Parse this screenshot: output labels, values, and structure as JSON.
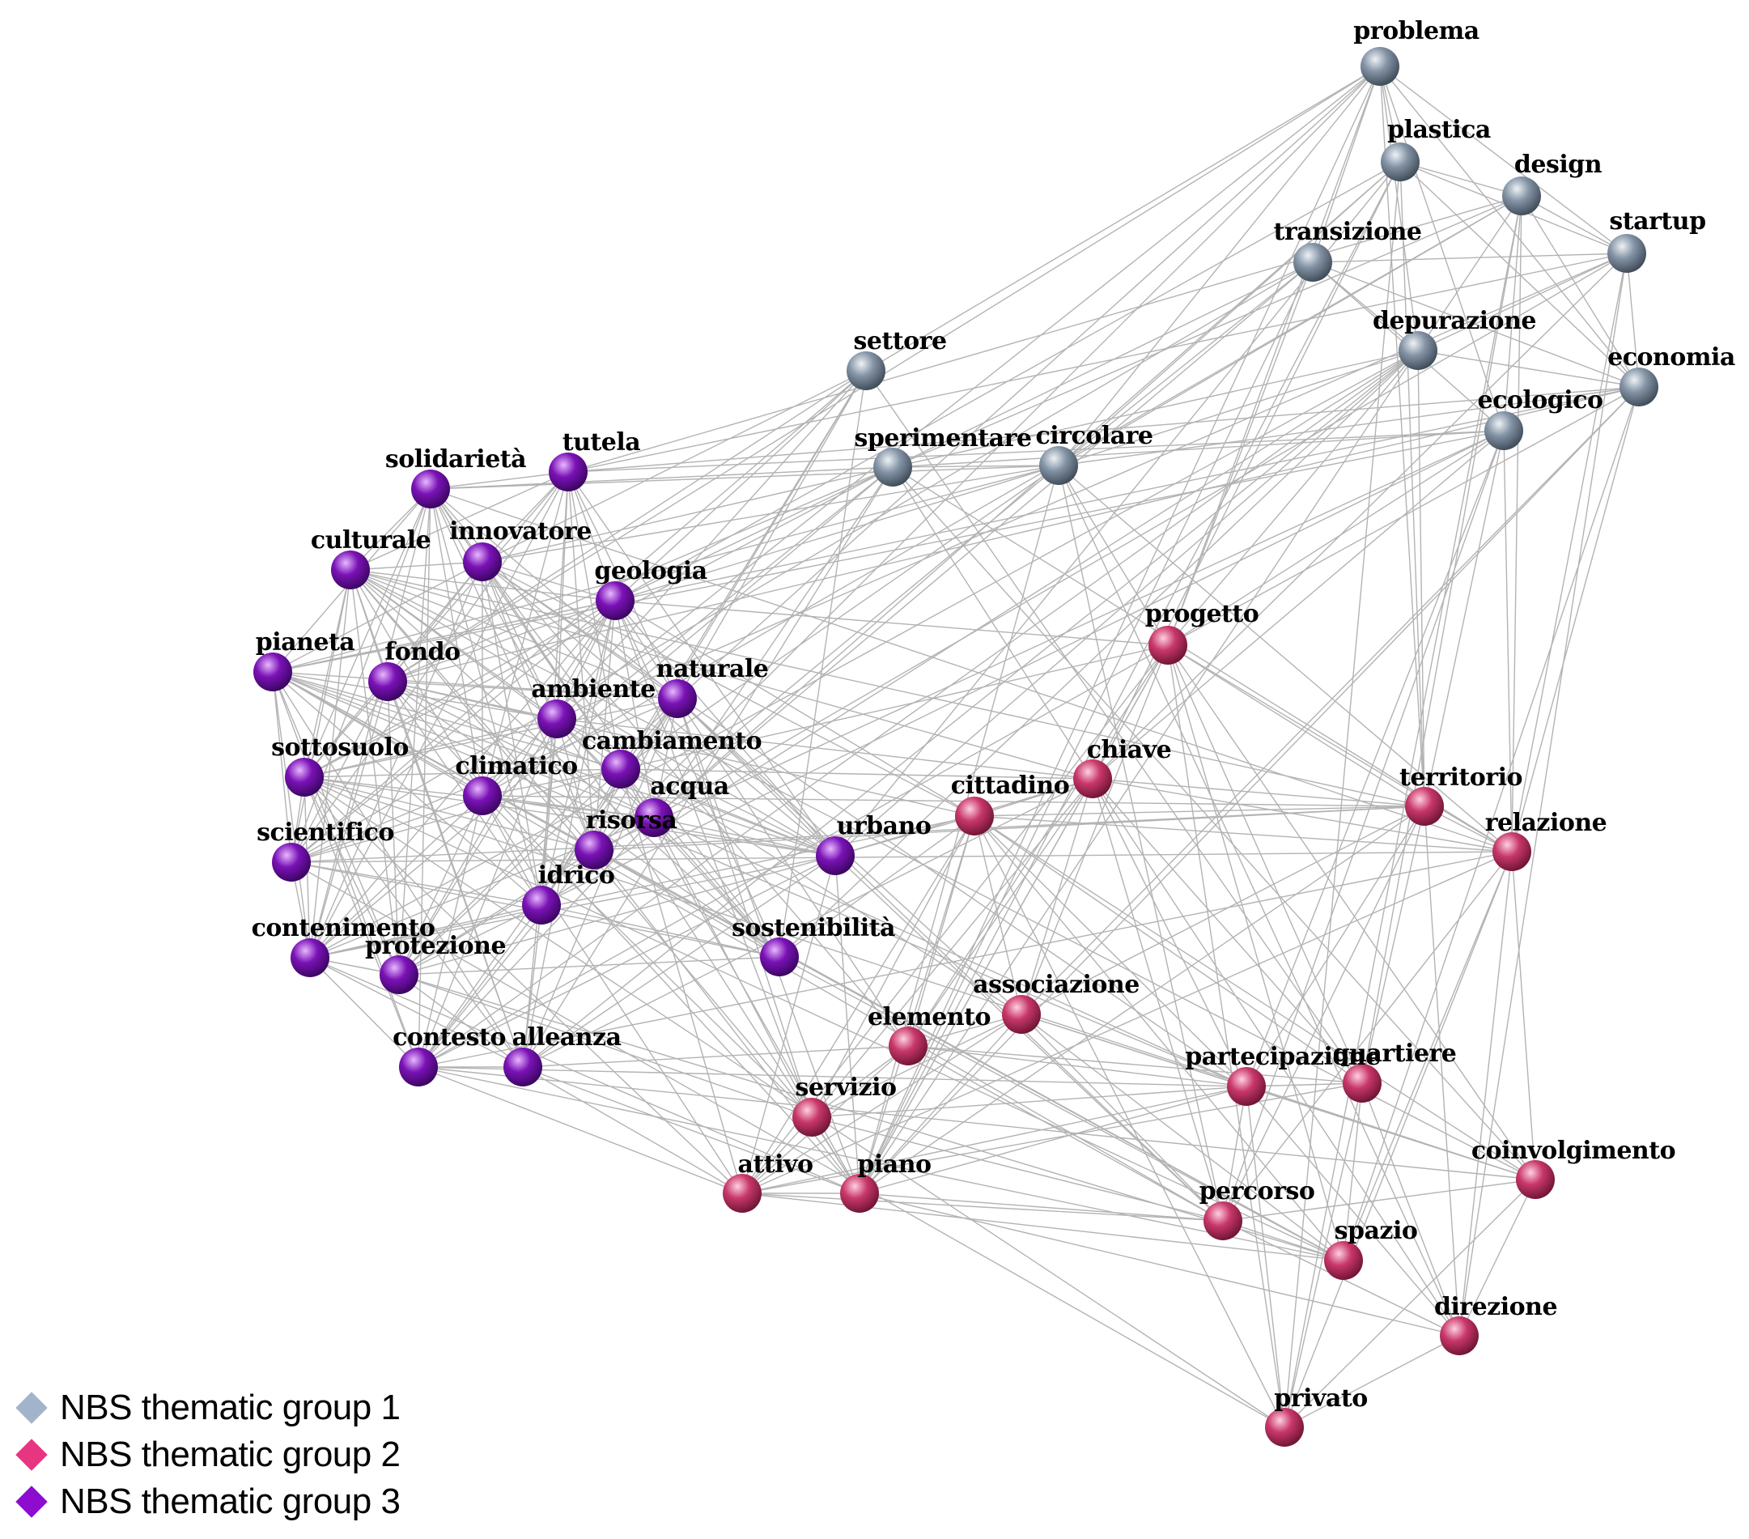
{
  "legend": [
    {
      "group": 1,
      "label": "NBS thematic group 1",
      "color": "#a3b4ca"
    },
    {
      "group": 2,
      "label": "NBS thematic group 2",
      "color": "#e8357f"
    },
    {
      "group": 3,
      "label": "NBS thematic group 3",
      "color": "#8d0ccf"
    }
  ],
  "group_colors": {
    "1": {
      "light": "#eef2f6",
      "mid": "#8494a6",
      "dark": "#3f4b58"
    },
    "2": {
      "light": "#ffd0e0",
      "mid": "#c8376a",
      "dark": "#6e1435"
    },
    "3": {
      "light": "#e8b8ff",
      "mid": "#7a12b6",
      "dark": "#3a0560"
    }
  },
  "nodes": [
    {
      "id": "problema",
      "group": 1
    },
    {
      "id": "plastica",
      "group": 1
    },
    {
      "id": "design",
      "group": 1
    },
    {
      "id": "startup",
      "group": 1
    },
    {
      "id": "transizione",
      "group": 1
    },
    {
      "id": "depurazione",
      "group": 1
    },
    {
      "id": "economia",
      "group": 1
    },
    {
      "id": "ecologico",
      "group": 1
    },
    {
      "id": "settore",
      "group": 1
    },
    {
      "id": "sperimentare",
      "group": 1
    },
    {
      "id": "circolare",
      "group": 1
    },
    {
      "id": "progetto",
      "group": 2
    },
    {
      "id": "chiave",
      "group": 2
    },
    {
      "id": "cittadino",
      "group": 2
    },
    {
      "id": "territorio",
      "group": 2
    },
    {
      "id": "relazione",
      "group": 2
    },
    {
      "id": "associazione",
      "group": 2
    },
    {
      "id": "elemento",
      "group": 2
    },
    {
      "id": "partecipazione",
      "group": 2
    },
    {
      "id": "quartiere",
      "group": 2
    },
    {
      "id": "servizio",
      "group": 2
    },
    {
      "id": "attivo",
      "group": 2
    },
    {
      "id": "piano",
      "group": 2
    },
    {
      "id": "coinvolgimento",
      "group": 2
    },
    {
      "id": "percorso",
      "group": 2
    },
    {
      "id": "spazio",
      "group": 2
    },
    {
      "id": "direzione",
      "group": 2
    },
    {
      "id": "privato",
      "group": 2
    },
    {
      "id": "solidarietà",
      "group": 3
    },
    {
      "id": "tutela",
      "group": 3
    },
    {
      "id": "culturale",
      "group": 3
    },
    {
      "id": "innovatore",
      "group": 3
    },
    {
      "id": "geologia",
      "group": 3
    },
    {
      "id": "pianeta",
      "group": 3
    },
    {
      "id": "fondo",
      "group": 3
    },
    {
      "id": "naturale",
      "group": 3
    },
    {
      "id": "ambiente",
      "group": 3
    },
    {
      "id": "cambiamento",
      "group": 3
    },
    {
      "id": "sottosuolo",
      "group": 3
    },
    {
      "id": "climatico",
      "group": 3
    },
    {
      "id": "acqua",
      "group": 3
    },
    {
      "id": "risorsa",
      "group": 3
    },
    {
      "id": "urbano",
      "group": 3
    },
    {
      "id": "scientifico",
      "group": 3
    },
    {
      "id": "idrico",
      "group": 3
    },
    {
      "id": "contenimento",
      "group": 3
    },
    {
      "id": "protezione",
      "group": 3
    },
    {
      "id": "sostenibilità",
      "group": 3
    },
    {
      "id": "contesto",
      "group": 3
    },
    {
      "id": "alleanza",
      "group": 3
    }
  ]
}
